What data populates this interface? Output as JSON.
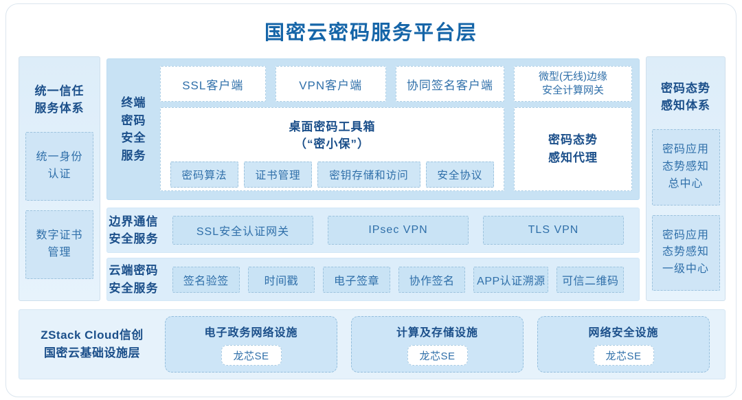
{
  "title": "国密云密码服务平台层",
  "left_sidebar": {
    "title": "统一信任\n服务体系",
    "items": [
      {
        "label": "统一身份\n认证"
      },
      {
        "label": "数字证书\n管理"
      }
    ]
  },
  "right_sidebar": {
    "title": "密码态势\n感知体系",
    "items": [
      {
        "label": "密码应用\n态势感知\n总中心"
      },
      {
        "label": "密码应用\n态势感知\n一级中心"
      }
    ]
  },
  "terminal_row": {
    "label": "终端\n密码\n安全\n服务",
    "clients": [
      "SSL客户端",
      "VPN客户端",
      "协同签名客户端",
      "微型(无线)边缘\n安全计算网关"
    ],
    "toolbox": {
      "title": "桌面密码工具箱\n（“密小保”）",
      "items": [
        "密码算法",
        "证书管理",
        "密钥存储和访问",
        "安全协议"
      ]
    },
    "agent": "密码态势\n感知代理"
  },
  "boundary_row": {
    "label": "边界通信\n安全服务",
    "items": [
      "SSL安全认证网关",
      "IPsec VPN",
      "TLS VPN"
    ]
  },
  "cloud_row": {
    "label": "云端密码\n安全服务",
    "items": [
      "签名验签",
      "时间戳",
      "电子签章",
      "协作签名",
      "APP认证溯源",
      "可信二维码"
    ]
  },
  "infrastructure": {
    "label": "ZStack Cloud信创\n国密云基础设施层",
    "facilities": [
      {
        "name": "电子政务网络设施",
        "chip": "龙芯SE"
      },
      {
        "name": "计算及存储设施",
        "chip": "龙芯SE"
      },
      {
        "name": "网络安全设施",
        "chip": "龙芯SE"
      }
    ]
  },
  "colors": {
    "title_text": "#1565a8",
    "section_label_text": "#1b4f8a",
    "box_text": "#2f6fa9",
    "row1_panel": "#c8e2f4",
    "light_panel": "#dcedfa",
    "sidebar_panel": "#e1effa",
    "blue_box": "#c9e3f5",
    "white_box": "#ffffff",
    "dashed_border": "#9dc3de"
  }
}
